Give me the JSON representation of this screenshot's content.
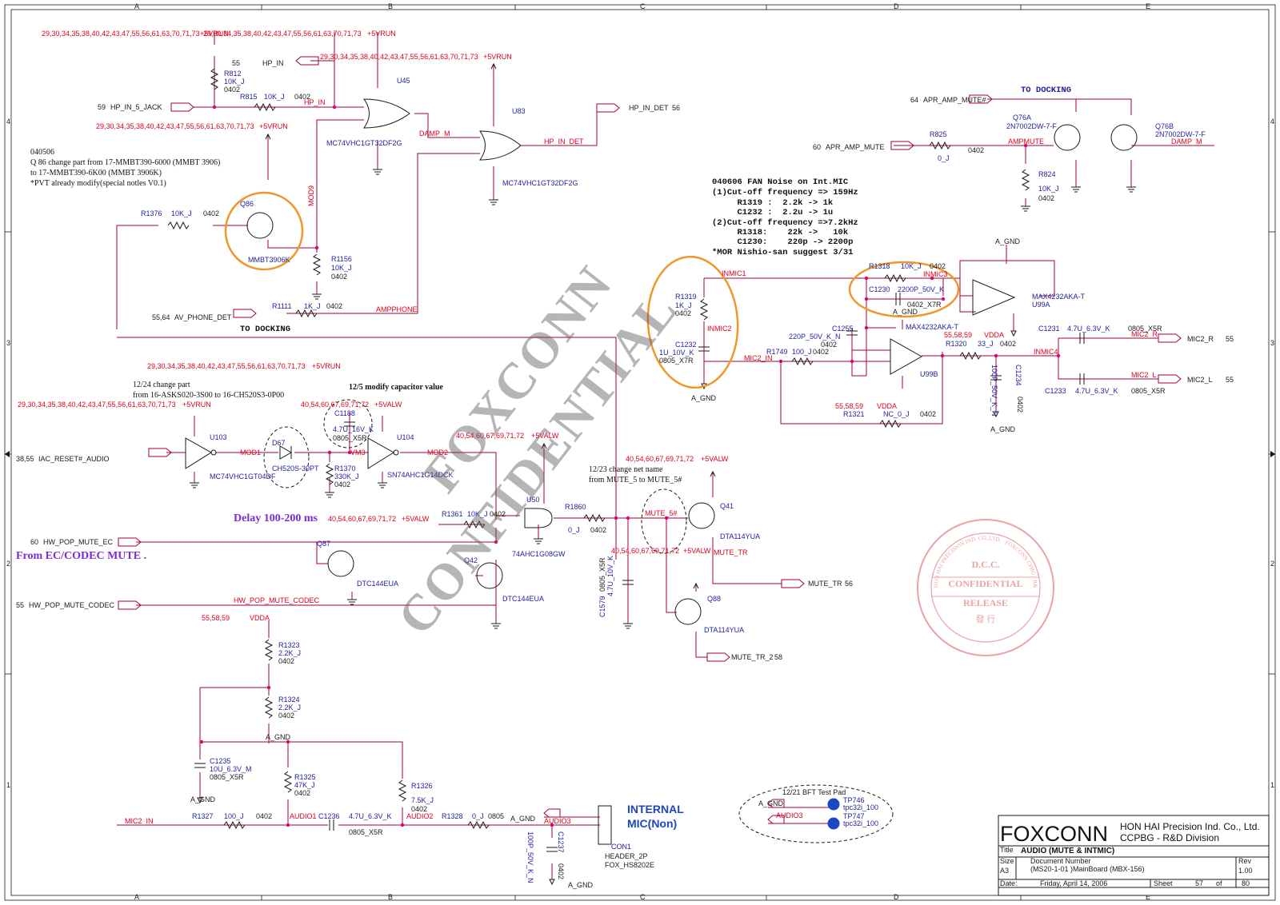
{
  "border": {
    "cols": [
      "A",
      "B",
      "C",
      "D",
      "E"
    ],
    "rows": [
      "4",
      "3",
      "2",
      "1"
    ]
  },
  "notes": {
    "n040506": [
      "040506",
      "Q 86 change part from 17-MMBT390-6000 (MMBT 3906)",
      "to 17-MMBT390-6K00 (MMBT 3906K)",
      "*PVT already modify(special notles V0.1)"
    ],
    "fan": [
      "040606 FAN Noise on Int.MIC",
      "(1)Cut-off frequency => 159Hz",
      "     R1319 :  2.2k -> 1k",
      "     C1232 :  2.2u -> 1u",
      "(2)Cut-off frequency =>7.2kHz",
      "     R1318:    22k ->   10k",
      "     C1230:    220p -> 2200p",
      "*MOR Nishio-san suggest 3/31"
    ],
    "n1224": [
      "12/24 change part",
      "from 16-ASKS020-3S00 to 16-CH520S3-0P00"
    ],
    "n125": "12/5 modify capacitor value",
    "n1223": [
      "12/23 change net name",
      "from MUTE_5 to MUTE_5#"
    ],
    "delay": "Delay 100-200 ms",
    "from_ec": "From EC/CODEC MUTE .",
    "to_docking_1": "TO DOCKING",
    "to_docking_2": "TO DOCKING",
    "internal_mic": [
      "INTERNAL",
      "MIC(Non)"
    ],
    "bft_title": "12/21 BFT Test Pad"
  },
  "watermark": [
    "FOXCONN",
    "CONFIDENTIAL"
  ],
  "stamp": {
    "ring_text": "HON HAI PRECISION IND. CO.,LTD. · FOXCONN CPBG · R&D DIV.",
    "dcc": "D.C.C.",
    "confidential": "CONFIDENTIAL",
    "release": "RELEASE",
    "cjk": "發 行"
  },
  "rails": {
    "ref1": "29,30,34,35,38,40,42,43,47,55,56,61,63,70,71,73",
    "ref2": "29,30,34,35,38,40,42,43,47,55,56,61,63,70,71,73",
    "ref3": "29,30,34,35,38,40,42,43,47,55,56,61,63,70,71,73",
    "ref4": "29,30,34,35,38,40,42,43,47,55,56,61,63,70,71,73",
    "ref5": "29,30,34,35,38,40,42,43,47,55,56,61,63,70,71,73",
    "ref6": "29,30,34,35,38,40,42,43,47,55,56,61,63,70,71,73",
    "valw1": "40,54,60,67,69,71,72",
    "valw2": "40,54,60,67,69,71,72",
    "valw3": "40,54,60,67,69,71,72",
    "valw4": "40,54,60,67,69,71,72",
    "valw5": "40,54,60,67,69,71,72",
    "vdda_ref1": "55,58,59",
    "vdda_ref2": "55,58,59",
    "vdda_ref3": "55,58,59",
    "p5vrun": "+5VRUN",
    "p5valw": "+5VALW",
    "vdda": "VDDA",
    "agnd": "A_GND"
  },
  "ports": {
    "hp_in_5_jack": "HP_IN_5_JACK",
    "hp_in_5_jack_n": "59",
    "hp_in": "HP_IN",
    "hp_in_n": "55",
    "hp_in_det": "HP_IN_DET",
    "hp_in_det_n": "56",
    "av_phone_det": "AV_PHONE_DET",
    "av_phone_det_n": "55,64",
    "iac_reset": "IAC_RESET#_AUDIO",
    "iac_reset_n": "38,55",
    "hw_pop_mute_ec": "HW_POP_MUTE_EC",
    "hw_pop_mute_ec_n": "60",
    "hw_pop_mute_codec": "HW_POP_MUTE_CODEC",
    "hw_pop_mute_codec_n": "55",
    "apr_amp_mute_n": "APR_AMP_MUTE#",
    "apr_amp_mute_n_n": "64",
    "apr_amp_mute": "APR_AMP_MUTE",
    "apr_amp_mute_n2": "60",
    "mic2_r": "MIC2_R",
    "mic2_r_n": "55",
    "mic2_l": "MIC2_L",
    "mic2_l_n": "55",
    "mute_tr": "MUTE_TR",
    "mute_tr_n": "56",
    "mute_tr_2": "MUTE_TR_2",
    "mute_tr_2_n": "58",
    "audio3": "AUDIO3",
    "a_gnd_port": "A_GND"
  },
  "nets": {
    "hp_in": "HP_IN",
    "damp_m": "DAMP_M",
    "hp_in_det": "HP_IN_DET",
    "mod9": "MOD9",
    "ampphone": "AMPPHONE",
    "inmic1": "INMIC1",
    "inmic2": "INMIC2",
    "inmic3": "INMIC3",
    "inmic4": "INMIC4",
    "mic2_in": "MIC2_IN",
    "mic2_in2": "MIC2_IN",
    "mic2_r": "MIC2_R",
    "mic2_l": "MIC2_L",
    "mod1": "MOD1",
    "vm3": "VM3",
    "mod2": "MOD2",
    "mute5": "MUTE_5#",
    "mute_tr": "MUTE_TR",
    "hw_pop_mute_codec": "HW_POP_MUTE_CODEC",
    "ampmute": "AMPMUTE",
    "damp_m2": "DAMP_M",
    "audio1": "AUDIO1",
    "audio2": "AUDIO2",
    "audio3": "AUDIO3",
    "audio3b": "AUDIO3"
  },
  "parts": {
    "r812": [
      "R812",
      "10K_J",
      "0402"
    ],
    "r815": [
      "R815",
      "10K_J",
      "0402"
    ],
    "u45": [
      "U45",
      "MC74VHC1GT32DF2G"
    ],
    "u83": [
      "U83",
      "MC74VHC1GT32DF2G"
    ],
    "q86": [
      "Q86",
      "MMBT3906K"
    ],
    "r1376": [
      "R1376",
      "10K_J",
      "0402"
    ],
    "r1156": [
      "R1156",
      "10K_J",
      "0402"
    ],
    "r1111": [
      "R1111",
      "1K_J",
      "0402"
    ],
    "r825": [
      "R825",
      "0_J",
      "0402"
    ],
    "q76a": [
      "Q76A",
      "2N7002DW-7-F"
    ],
    "q76b": [
      "Q76B",
      "2N7002DW-7-F"
    ],
    "r824": [
      "R824",
      "10K_J",
      "0402"
    ],
    "r1319": [
      "R1319",
      "1K_J",
      "0402"
    ],
    "c1232": [
      "C1232",
      "1U_10V_K",
      "0805_X7R"
    ],
    "r1318": [
      "R1318",
      "10K_J",
      "0402"
    ],
    "c1230": [
      "C1230",
      "2200P_50V_K",
      "0402_X7R"
    ],
    "u99a": [
      "MAX4232AKA-T",
      "U99A"
    ],
    "u99b": [
      "MAX4232AKA-T",
      "U99B"
    ],
    "c1255": [
      "C1255",
      "220P_50V_K_N",
      "0402"
    ],
    "r1749": [
      "R1749",
      "100_J",
      "0402"
    ],
    "r1320": [
      "R1320",
      "33_J",
      "0402"
    ],
    "c1234": [
      "C1234",
      "100P_50V_K_N",
      "0402"
    ],
    "r1321": [
      "R1321",
      "NC_0_J",
      "0402"
    ],
    "c1231": [
      "C1231",
      "4.7U_6.3V_K",
      "0805_X5R"
    ],
    "c1233": [
      "C1233",
      "4.7U_6.3V_K",
      "0805_X5R"
    ],
    "u103": [
      "U103",
      "MC74VHC1GT04DF"
    ],
    "d67": [
      "D67",
      "CH520S-30PT"
    ],
    "c1188": [
      "C1188",
      "4.7U_16V_K",
      "0805_X5R"
    ],
    "r1370": [
      "R1370",
      "330K_J",
      "0402"
    ],
    "u104": [
      "U104",
      "SN74AHC1G14DCK"
    ],
    "u50": [
      "U50",
      "74AHC1G08GW"
    ],
    "r1361": [
      "R1361",
      "10K_J",
      "0402"
    ],
    "r1860": [
      "R1860",
      "0_J",
      "0402"
    ],
    "q41": [
      "Q41",
      "DTA114YUA"
    ],
    "q87": [
      "Q87",
      "DTC144EUA"
    ],
    "q42": [
      "Q42",
      "DTC144EUA"
    ],
    "c1579": [
      "C1579",
      "0805_X5R",
      "4.7U_10V_K"
    ],
    "q88": [
      "Q88",
      "DTA114YUA"
    ],
    "r1323": [
      "R1323",
      "2.2K_J",
      "0402"
    ],
    "r1324": [
      "R1324",
      "2.2K_J",
      "0402"
    ],
    "c1235": [
      "C1235",
      "10U_6.3V_M",
      "0805_X5R"
    ],
    "r1325": [
      "R1325",
      "47K_J",
      "0402"
    ],
    "r1326": [
      "R1326",
      "7.5K_J",
      "0402"
    ],
    "r1327": [
      "R1327",
      "100_J",
      "0402"
    ],
    "c1236": [
      "C1236",
      "4.7U_6.3V_K",
      "0805_X5R"
    ],
    "r1328": [
      "R1328",
      "0_J",
      "0805"
    ],
    "c1237": [
      "C1237",
      "100P_50V_K_N",
      "0402"
    ],
    "con1": [
      "CON1",
      "HEADER_2P",
      "FOX_HS8202E"
    ],
    "tp746": [
      "TP746",
      "tpc32i_100"
    ],
    "tp747": [
      "TP747",
      "tpc32i_100"
    ]
  },
  "title_block": {
    "company": "FOXCONN",
    "company_full": "HON HAI Precision Ind. Co., Ltd.",
    "division": "CCPBG - R&D Division",
    "title_lbl": "Title",
    "title": "AUDIO (MUTE & INTMIC)",
    "size_lbl": "Size",
    "size": "A3",
    "docnum_lbl": "Document Number",
    "docnum": "(MS20-1-01 )MainBoard (MBX-156)",
    "rev_lbl": "Rev",
    "rev": "1.00",
    "date_lbl": "Date:",
    "date": "Friday, April 14, 2006",
    "sheet_lbl": "Sheet",
    "sheet": "57",
    "of_lbl": "of",
    "total": "80"
  },
  "colors": {
    "wire": "#a0003a",
    "net": "#e0001b",
    "part": "#1f1f9e",
    "text": "#1a1a1a",
    "highlight": "#f0962a",
    "stamp": "#e8a4a4"
  }
}
